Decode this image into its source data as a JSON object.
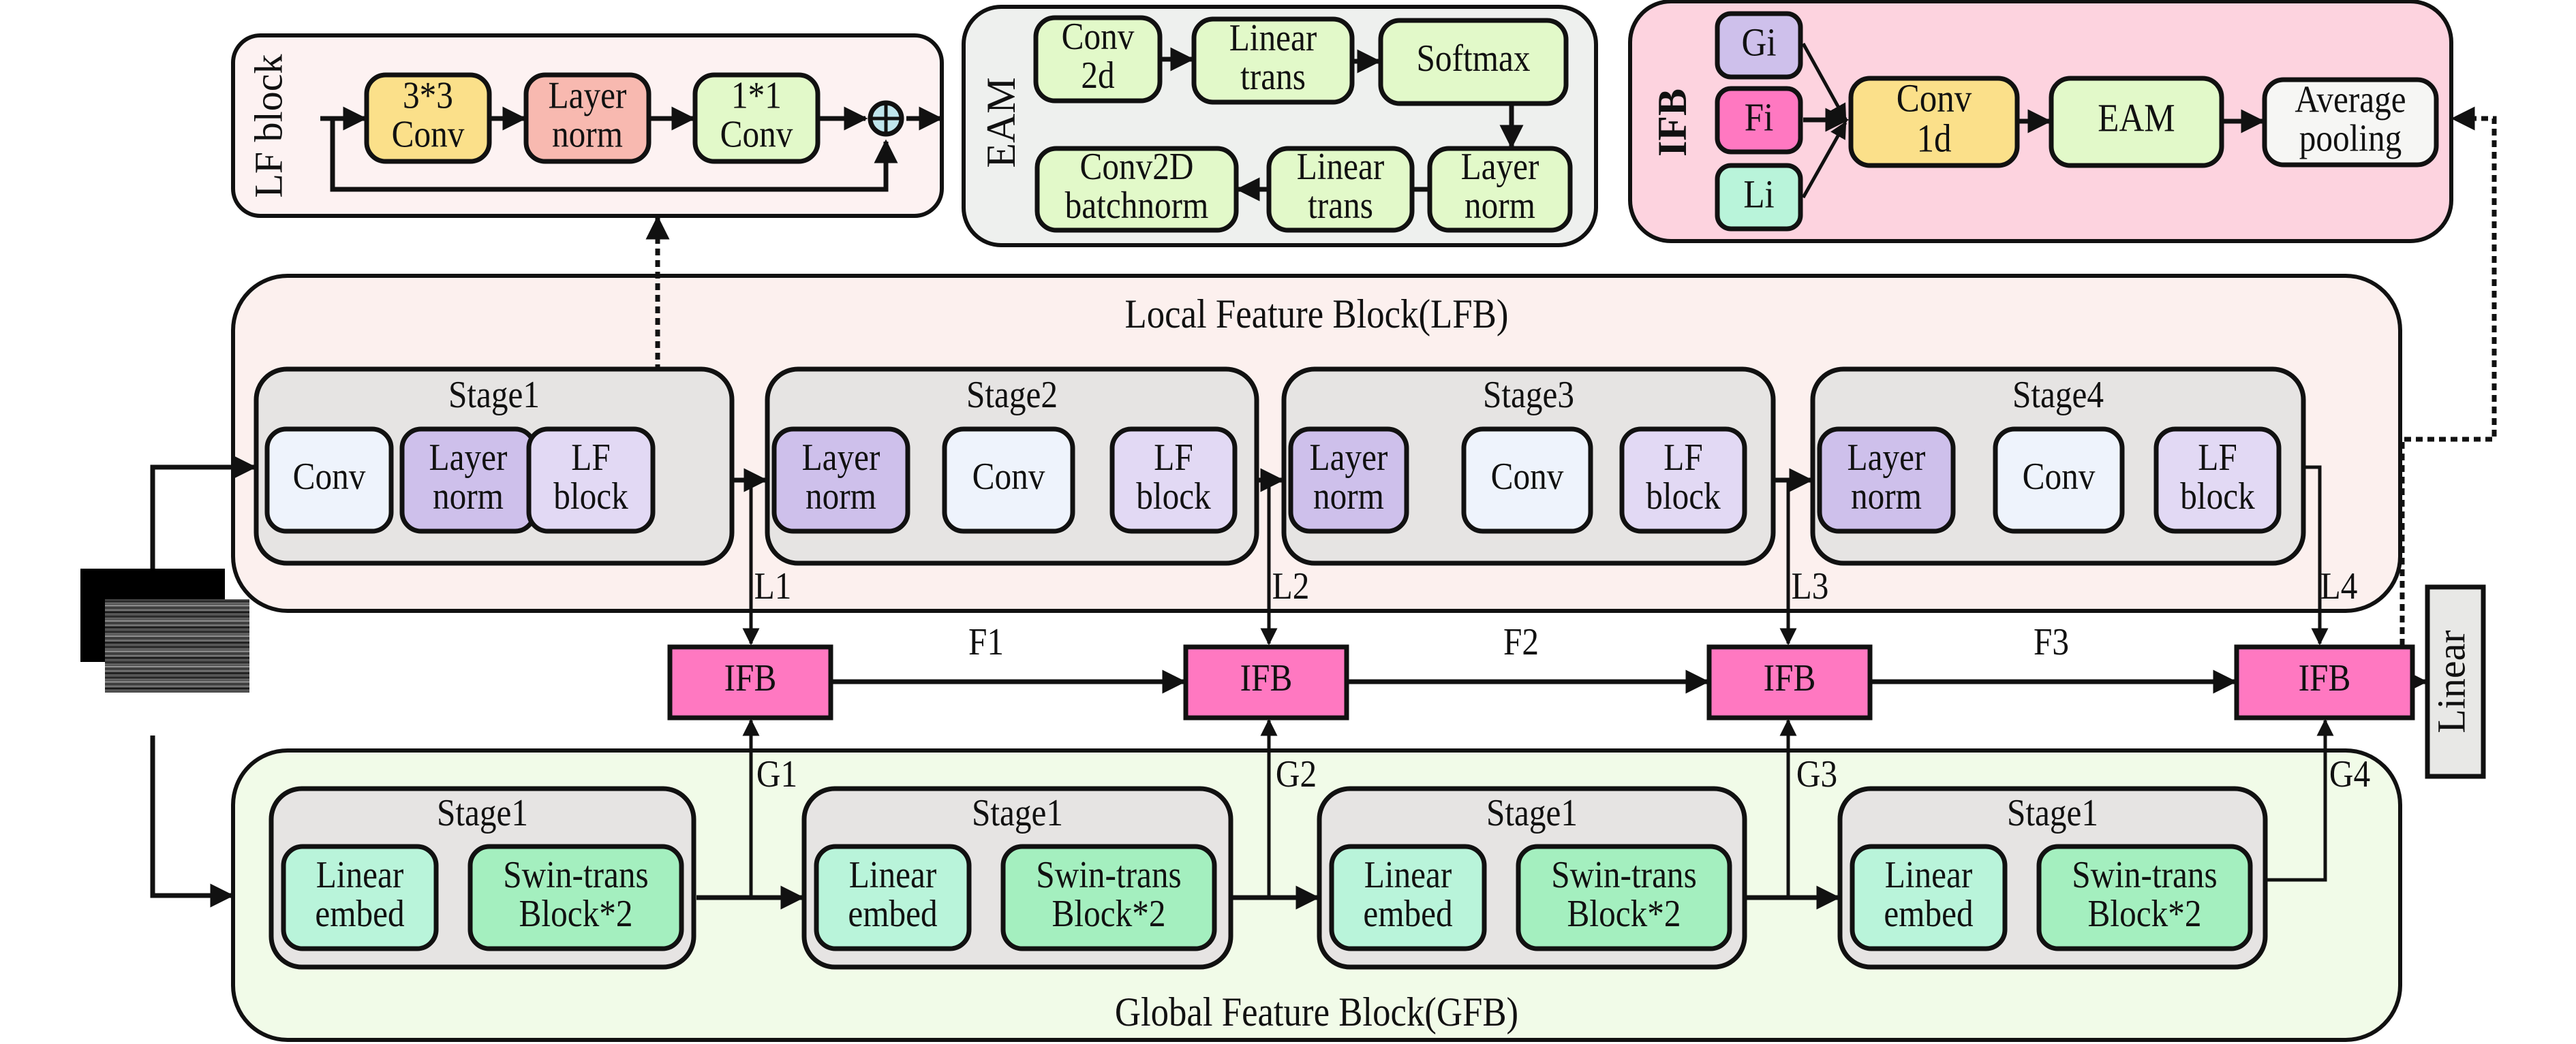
{
  "colors": {
    "lf_panel": "#fdf2f2",
    "eam_panel": "#eef0ee",
    "ifb_panel": "#fdd3df",
    "lfb_panel": "#fcf0ee",
    "gfb_panel": "#f1fbe8",
    "stage_bg": "#e6e4e3",
    "conv_yellow": "#fbe08a",
    "layernorm_red": "#f8b9b0",
    "green_light": "#e2f9c9",
    "lavender_dark": "#cec0eb",
    "lavender_light": "#e2d9f4",
    "conv_white_blue": "#eef3fc",
    "ifb_pink": "#ff78c1",
    "mint": "#b9f4da",
    "swin_green": "#a4efbf",
    "avg_pool": "#f6f6f4",
    "linear_gray": "#e8e8e6",
    "add_node": "#bfe5ec"
  },
  "lf_block": {
    "title": "LF block",
    "boxes": [
      {
        "line1": "3*3",
        "line2": "Conv"
      },
      {
        "line1": "Layer",
        "line2": "norm"
      },
      {
        "line1": "1*1",
        "line2": "Conv"
      }
    ],
    "add_symbol": "⊕"
  },
  "eam": {
    "title": "EAM",
    "top_row": [
      {
        "line1": "Conv",
        "line2": "2d"
      },
      {
        "line1": "Linear",
        "line2": "trans"
      },
      {
        "line1": "Softmax",
        "line2": ""
      }
    ],
    "bottom_row": [
      {
        "line1": "Conv2D",
        "line2": "batchnorm"
      },
      {
        "line1": "Linear",
        "line2": "trans"
      },
      {
        "line1": "Layer",
        "line2": "norm"
      }
    ]
  },
  "ifb_detail": {
    "title": "IFB",
    "inputs": [
      "Gi",
      "Fi",
      "Li"
    ],
    "conv": {
      "line1": "Conv",
      "line2": "1d"
    },
    "eam": "EAM",
    "pool": {
      "line1": "Average",
      "line2": "pooling"
    }
  },
  "lfb": {
    "title": "Local Feature Block(LFB)",
    "stages": [
      {
        "title": "Stage1",
        "boxes": [
          {
            "line1": "Conv",
            "line2": ""
          },
          {
            "line1": "Layer",
            "line2": "norm"
          },
          {
            "line1": "LF",
            "line2": "block"
          }
        ]
      },
      {
        "title": "Stage2",
        "boxes": [
          {
            "line1": "Layer",
            "line2": "norm"
          },
          {
            "line1": "Conv",
            "line2": ""
          },
          {
            "line1": "LF",
            "line2": "block"
          }
        ]
      },
      {
        "title": "Stage3",
        "boxes": [
          {
            "line1": "Layer",
            "line2": "norm"
          },
          {
            "line1": "Conv",
            "line2": ""
          },
          {
            "line1": "LF",
            "line2": "block"
          }
        ]
      },
      {
        "title": "Stage4",
        "boxes": [
          {
            "line1": "Layer",
            "line2": "norm"
          },
          {
            "line1": "Conv",
            "line2": ""
          },
          {
            "line1": "LF",
            "line2": "block"
          }
        ]
      }
    ],
    "outputs": [
      "L1",
      "L2",
      "L3",
      "L4"
    ]
  },
  "gfb": {
    "title": "Global Feature Block(GFB)",
    "stages": [
      {
        "title": "Stage1",
        "boxes": [
          {
            "line1": "Linear",
            "line2": "embed"
          },
          {
            "line1": "Swin-trans",
            "line2": "Block*2"
          }
        ]
      },
      {
        "title": "Stage1",
        "boxes": [
          {
            "line1": "Linear",
            "line2": "embed"
          },
          {
            "line1": "Swin-trans",
            "line2": "Block*2"
          }
        ]
      },
      {
        "title": "Stage1",
        "boxes": [
          {
            "line1": "Linear",
            "line2": "embed"
          },
          {
            "line1": "Swin-trans",
            "line2": "Block*2"
          }
        ]
      },
      {
        "title": "Stage1",
        "boxes": [
          {
            "line1": "Linear",
            "line2": "embed"
          },
          {
            "line1": "Swin-trans",
            "line2": "Block*2"
          }
        ]
      }
    ],
    "outputs": [
      "G1",
      "G2",
      "G3",
      "G4"
    ]
  },
  "fusion": {
    "ifb_label": "IFB",
    "count": 4,
    "links": [
      "F1",
      "F2",
      "F3"
    ]
  },
  "head": {
    "label": "Linear"
  }
}
